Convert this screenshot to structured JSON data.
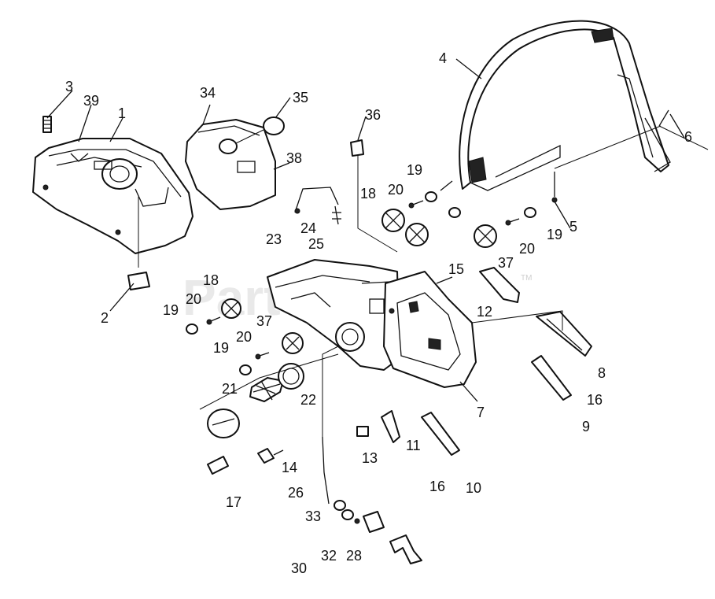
{
  "watermark": {
    "text": "PartsTree",
    "mark": "TM"
  },
  "callouts": {
    "c1": "1",
    "c2": "2",
    "c3": "3",
    "c4": "4",
    "c5": "5",
    "c6": "6",
    "c7": "7",
    "c8": "8",
    "c9": "9",
    "c10": "10",
    "c11": "11",
    "c12": "12",
    "c13": "13",
    "c14": "14",
    "c15": "15",
    "c16a": "16",
    "c16b": "16",
    "c17": "17",
    "c18a": "18",
    "c18b": "18",
    "c19a": "19",
    "c19b": "19",
    "c19c": "19",
    "c19d": "19",
    "c20a": "20",
    "c20b": "20",
    "c20c": "20",
    "c20d": "20",
    "c21": "21",
    "c22": "22",
    "c23": "23",
    "c24": "24",
    "c25": "25",
    "c26": "26",
    "c28": "28",
    "c30": "30",
    "c32": "32",
    "c33": "33",
    "c34": "34",
    "c35": "35",
    "c36": "36",
    "c37a": "37",
    "c37b": "37",
    "c38": "38",
    "c39": "39"
  }
}
